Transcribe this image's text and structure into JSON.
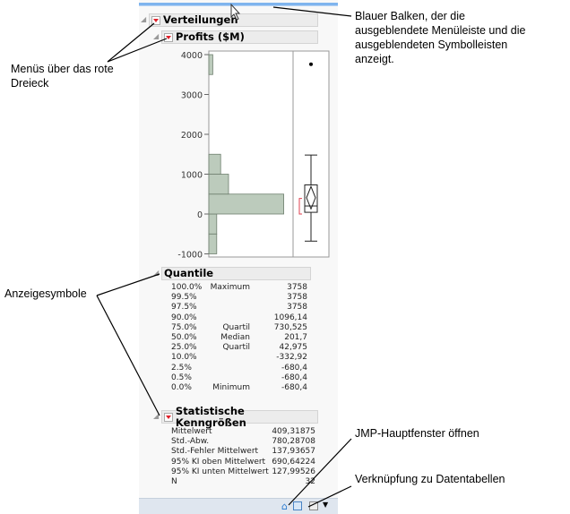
{
  "window": {
    "title_section": "Verteilungen",
    "variable": "Profits ($M)"
  },
  "chart_data": {
    "type": "histogram+boxplot",
    "ylim": [
      -1000,
      4000
    ],
    "yticks": [
      "4000",
      "3000",
      "2000",
      "1000",
      "0",
      "-1000"
    ],
    "ytick_values": [
      4000,
      3000,
      2000,
      1000,
      0,
      -1000
    ],
    "bins": [
      {
        "from": -1000,
        "to": -500,
        "count": 2
      },
      {
        "from": -500,
        "to": 0,
        "count": 2
      },
      {
        "from": 0,
        "to": 500,
        "count": 19
      },
      {
        "from": 500,
        "to": 1000,
        "count": 5
      },
      {
        "from": 1000,
        "to": 1500,
        "count": 3
      },
      {
        "from": 3500,
        "to": 4000,
        "count": 1
      }
    ],
    "box": {
      "whisker_low": -680.4,
      "q1": 42.975,
      "median": 201.7,
      "q3": 730.525,
      "whisker_high": 1480,
      "mean": 409.31875,
      "ci_low": 127.99526,
      "ci_high": 690.64224,
      "outliers": [
        3758
      ],
      "shortest_half": [
        0,
        390
      ]
    },
    "colors": {
      "bar": "#bccbbc",
      "bar_border": "#6f7f6f",
      "bracket": "#e04050"
    }
  },
  "quantiles": {
    "title": "Quantile",
    "rows": [
      {
        "p": "100.0%",
        "label": "Maximum",
        "value": "3758"
      },
      {
        "p": "99.5%",
        "label": "",
        "value": "3758"
      },
      {
        "p": "97.5%",
        "label": "",
        "value": "3758"
      },
      {
        "p": "90.0%",
        "label": "",
        "value": "1096,14"
      },
      {
        "p": "75.0%",
        "label": "Quartil",
        "value": "730,525"
      },
      {
        "p": "50.0%",
        "label": "Median",
        "value": "201,7"
      },
      {
        "p": "25.0%",
        "label": "Quartil",
        "value": "42,975"
      },
      {
        "p": "10.0%",
        "label": "",
        "value": "-332,92"
      },
      {
        "p": "2.5%",
        "label": "",
        "value": "-680,4"
      },
      {
        "p": "0.5%",
        "label": "",
        "value": "-680,4"
      },
      {
        "p": "0.0%",
        "label": "Minimum",
        "value": "-680,4"
      }
    ]
  },
  "stats": {
    "title": "Statistische Kenngrößen",
    "rows": [
      {
        "label": "Mittelwert",
        "value": "409,31875"
      },
      {
        "label": "Std.-Abw.",
        "value": "780,28708"
      },
      {
        "label": "Std.-Fehler Mittelwert",
        "value": "137,93657"
      },
      {
        "label": "95% KI oben Mittelwert",
        "value": "690,64224"
      },
      {
        "label": "95% KI unten Mittelwert",
        "value": "127,99526"
      },
      {
        "label": "N",
        "value": "32"
      }
    ]
  },
  "annotations": {
    "blue_bar": "Blauer Balken, der die ausgeblendete Menüleiste und die ausgeblendeten Symbolleisten anzeigt.",
    "menus": "Menüs über das rote Dreieck",
    "icons": "Anzeigesymbole",
    "home": "JMP-Hauptfenster öffnen",
    "datatable": "Verknüpfung zu Datentabellen"
  }
}
